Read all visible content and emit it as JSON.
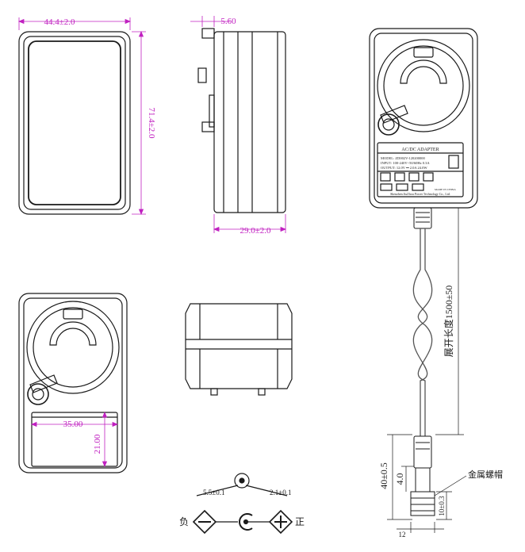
{
  "colors": {
    "line": "#1a1a1a",
    "dimension": "#c020c0",
    "cable": "#555555"
  },
  "front_view": {
    "width_label": "44.4±2.0",
    "height_label": "71.4±2.0"
  },
  "side_view": {
    "pin_label": "5.60",
    "depth_label": "29.0±2.0"
  },
  "back_view": {
    "plate_title": "AC/DC ADAPTER",
    "plate_lines": [
      "MODEL: ZD002V-120200000",
      "INPUT: 100-240V~50/60Hz 0.3A",
      "OUTPUT: 12.0V ⎓ 2.0A  24.0W"
    ],
    "manufacturer": "Shenzhen JiuZhou Power Technology Co., Ltd.",
    "made_in": "MADE IN CHINA"
  },
  "plug_view": {
    "label_width": "35.00",
    "label_height": "21.00"
  },
  "cable": {
    "length_label": "展开长度1500±50",
    "plug_length_label": "40±0.5",
    "plug_tip_label": "4.0",
    "tip_diameter_label": "10±0.3",
    "plug_width_label": "12",
    "metal_sleeve_label": "金属螺帽"
  },
  "polarity": {
    "outer_diameter": "5.5±0.1",
    "inner_diameter": "2.1±0.1",
    "negative_label": "负",
    "positive_label": "正"
  }
}
